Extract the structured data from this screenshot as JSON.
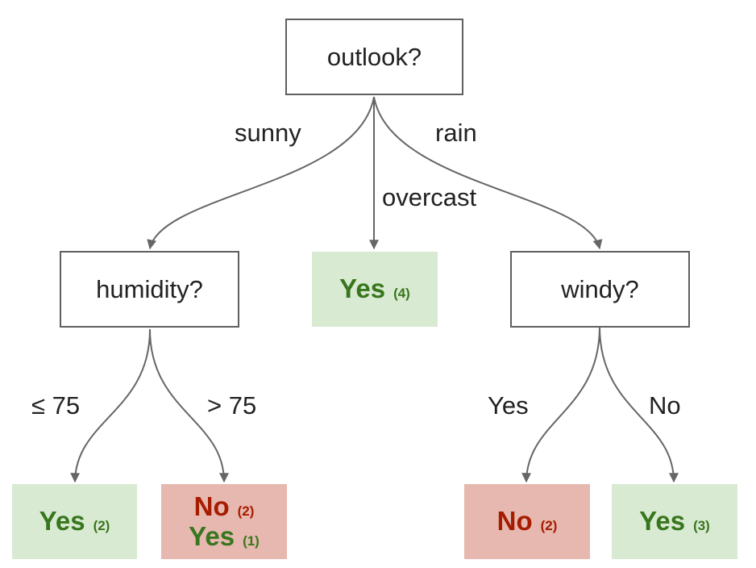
{
  "colors": {
    "yes_fill": "#d9ead3",
    "no_fill": "#e6b8af",
    "yes_text": "#38761d",
    "no_text": "#a61c00",
    "edge": "#666666"
  },
  "nodes": {
    "root": {
      "label": "outlook?"
    },
    "humidity": {
      "label": "humidity?"
    },
    "windy": {
      "label": "windy?"
    },
    "overcast_leaf": {
      "lines": [
        {
          "label": "Yes",
          "count": "(4)"
        }
      ]
    },
    "humidity_low_leaf": {
      "lines": [
        {
          "label": "Yes",
          "count": "(2)"
        }
      ]
    },
    "humidity_high_leaf": {
      "lines": [
        {
          "label": "No",
          "count": "(2)"
        },
        {
          "label": "Yes",
          "count": "(1)"
        }
      ]
    },
    "windy_yes_leaf": {
      "lines": [
        {
          "label": "No",
          "count": "(2)"
        }
      ]
    },
    "windy_no_leaf": {
      "lines": [
        {
          "label": "Yes",
          "count": "(3)"
        }
      ]
    }
  },
  "edges": {
    "sunny": "sunny",
    "overcast": "overcast",
    "rain": "rain",
    "le75": "≤ 75",
    "gt75": "> 75",
    "windy_yes": "Yes",
    "windy_no": "No"
  }
}
